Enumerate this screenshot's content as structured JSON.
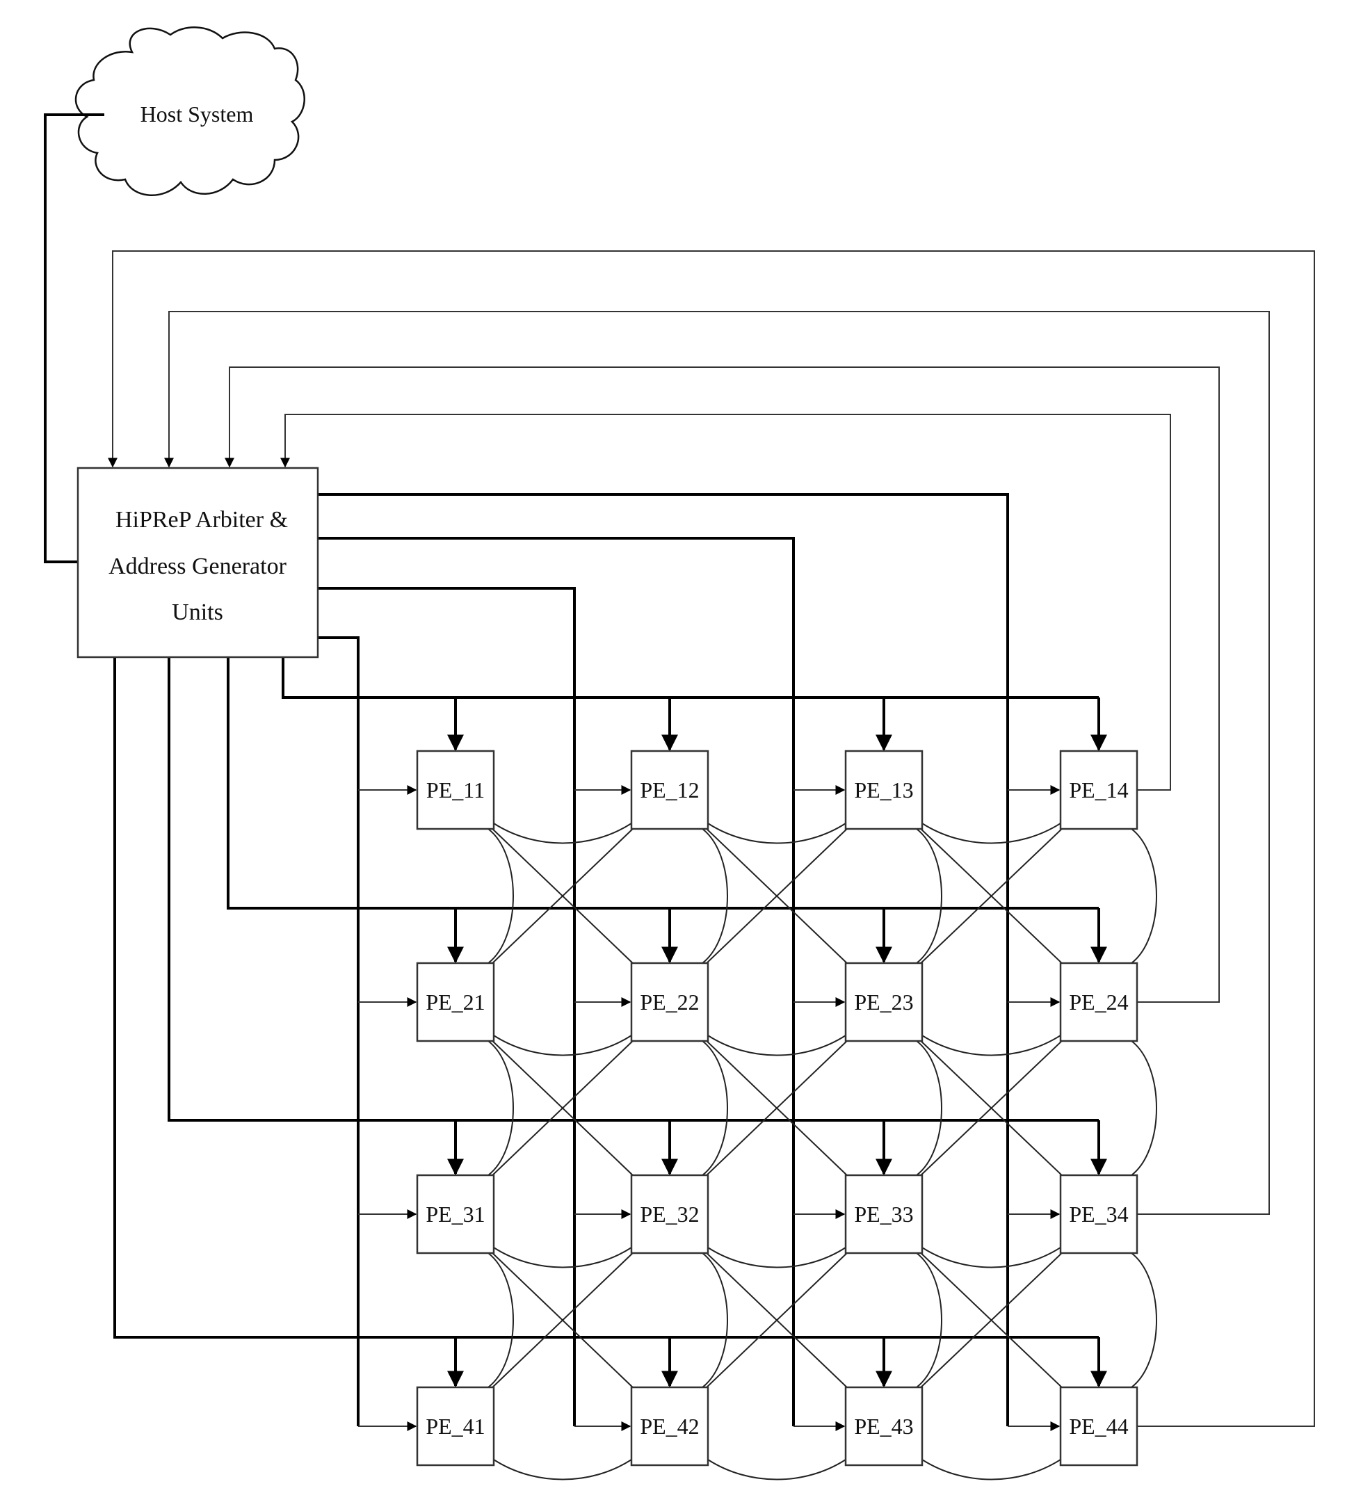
{
  "host": {
    "label": "Host System"
  },
  "arbiter": {
    "lines": [
      "HiPReP Arbiter &",
      "Address Generator",
      "Units"
    ]
  },
  "pe_grid": [
    [
      "PE_11",
      "PE_12",
      "PE_13",
      "PE_14"
    ],
    [
      "PE_21",
      "PE_22",
      "PE_23",
      "PE_24"
    ],
    [
      "PE_31",
      "PE_32",
      "PE_33",
      "PE_34"
    ],
    [
      "PE_41",
      "PE_42",
      "PE_43",
      "PE_44"
    ]
  ],
  "colors": {
    "line": "#333333",
    "bus": "#000000",
    "background": "#ffffff"
  }
}
